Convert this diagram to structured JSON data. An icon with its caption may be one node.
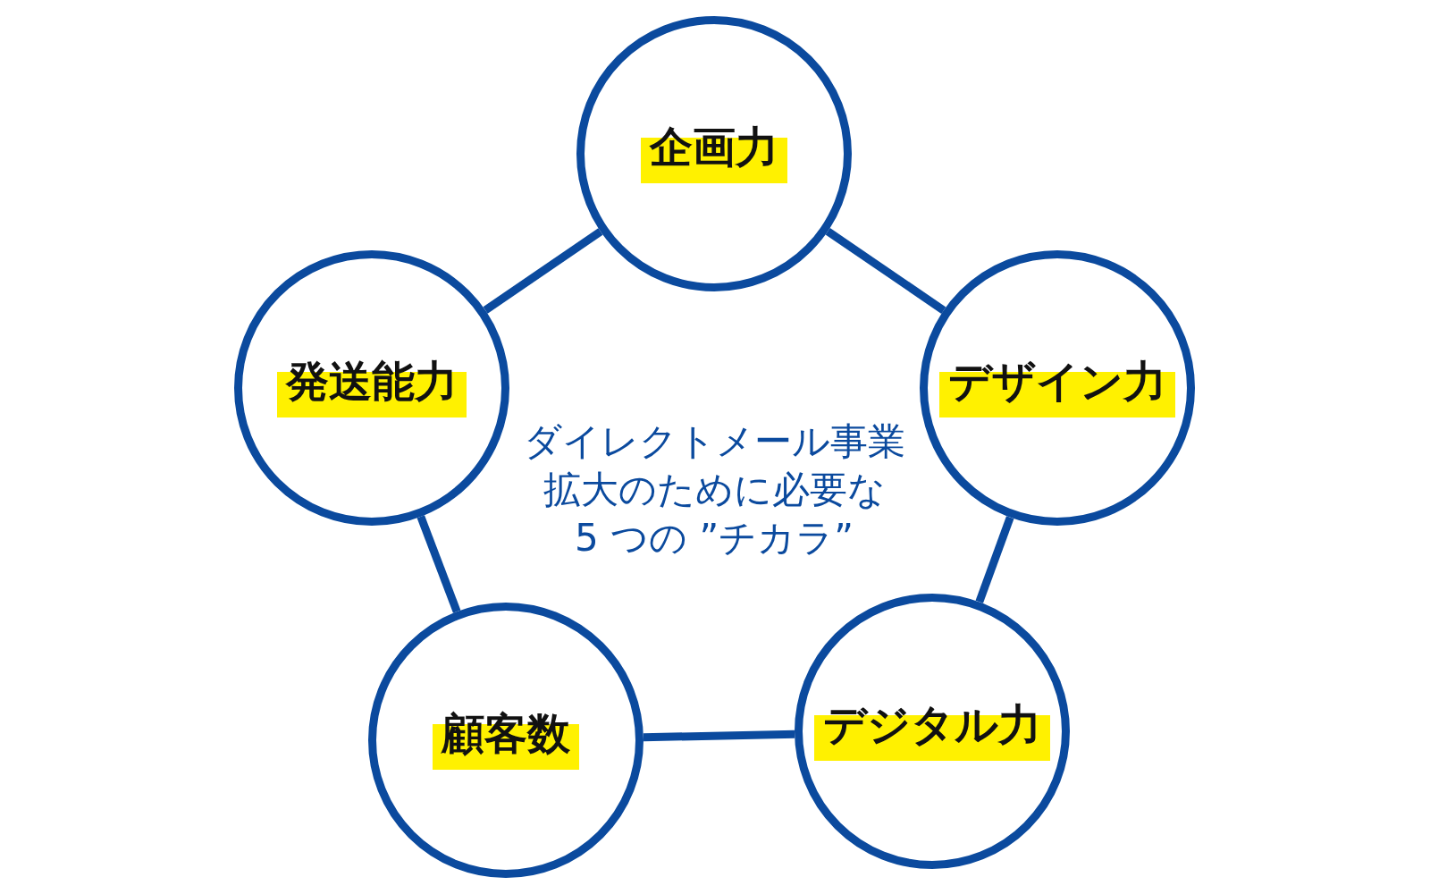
{
  "diagram": {
    "nodes": [
      {
        "text": [
          "企画力"
        ]
      },
      {
        "text": [
          "発送能力"
        ]
      },
      {
        "text": [
          "デザイン力"
        ]
      },
      {
        "text": [
          "顧客数"
        ]
      },
      {
        "text": [
          "デジタル力"
        ]
      }
    ],
    "edges": [
      {
        "from": 0,
        "to": 1,
        "arrow": "none"
      },
      {
        "from": 0,
        "to": 2,
        "arrow": "none"
      },
      {
        "from": 1,
        "to": 3,
        "arrow": "none"
      },
      {
        "from": 2,
        "to": 4,
        "arrow": "none"
      },
      {
        "from": 3,
        "to": 4,
        "arrow": "none"
      }
    ],
    "labels": [
      "ダイレクトメール事業拡大のために必要な5 つの ”チカラ”"
    ]
  }
}
